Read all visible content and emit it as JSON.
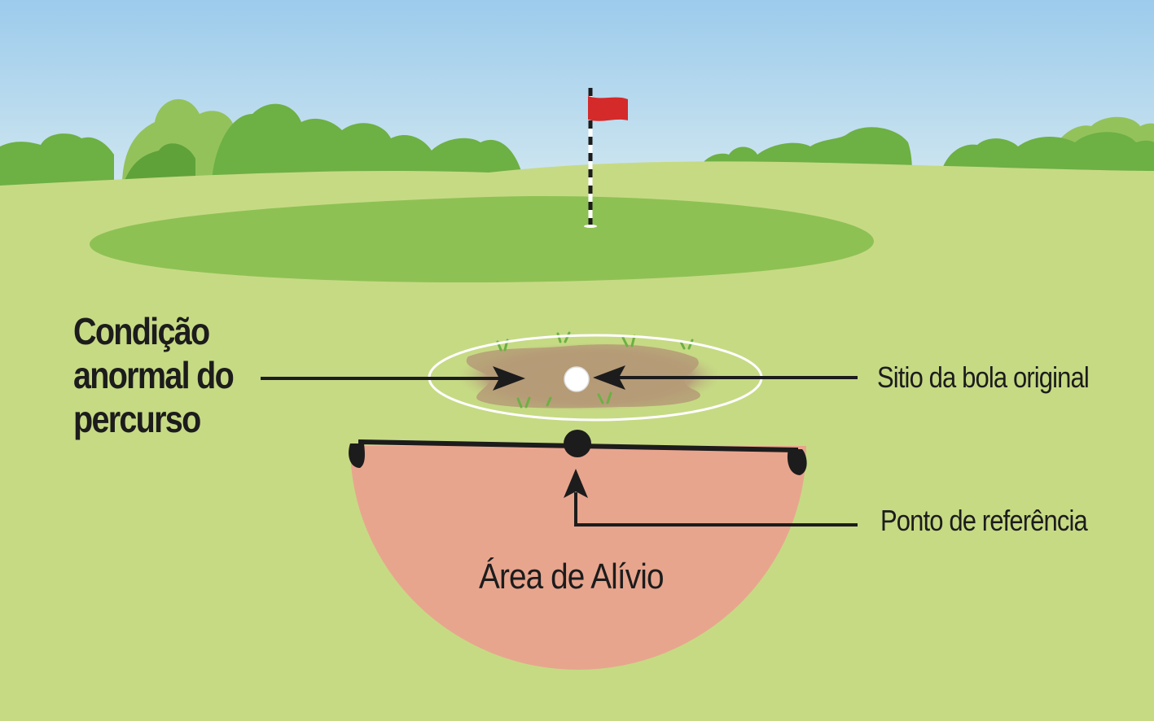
{
  "labels": {
    "condition_line1": "Condição",
    "condition_line2": "anormal do",
    "condition_line3": "percurso",
    "ball_spot": "Sitio da bola original",
    "reference_point": "Ponto de referência",
    "relief_area": "Área de Alívio"
  },
  "colors": {
    "sky_top": "#9ccbec",
    "sky_bottom": "#d3e8f0",
    "fairway": "#c6da84",
    "putting_green": "#8ec153",
    "trees_dark": "#6db044",
    "trees_light": "#93c25b",
    "flag": "#d42a2a",
    "mud": "#b59b77",
    "relief_area": "#e8a58e",
    "arrow": "#1c1c1c"
  },
  "icons": [
    "flag-icon",
    "golf-ball-icon",
    "reference-point-icon",
    "tee-peg-icon"
  ]
}
